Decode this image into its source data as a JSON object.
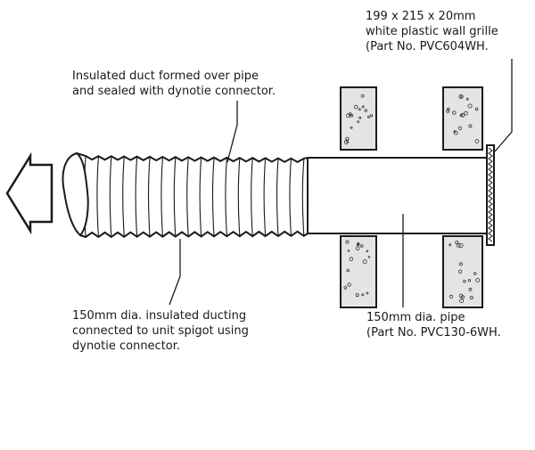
{
  "labels": {
    "grille": {
      "line1": "199 x 215 x 20mm",
      "line2": "white plastic wall grille",
      "line3": "(Part No. PVC604WH."
    },
    "insulated_duct": {
      "line1": "Insulated duct formed over pipe",
      "line2": "and sealed with dynotie connector."
    },
    "ducting": {
      "line1": "150mm dia. insulated ducting",
      "line2": "connected to unit spigot using",
      "line3": "dynotie connector."
    },
    "pipe": {
      "line1": "150mm dia. pipe",
      "line2": "(Part No. PVC130-6WH."
    }
  }
}
